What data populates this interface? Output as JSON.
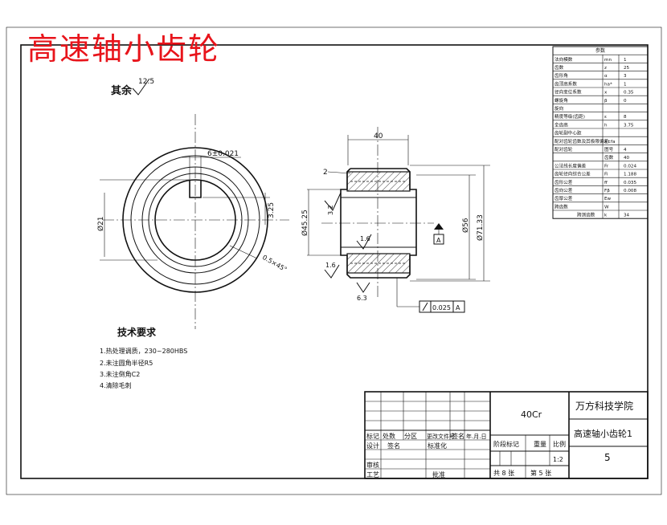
{
  "drawing_title": "高速轴小齿轮",
  "surface_finish_note": {
    "label": "其余",
    "value": "12.5"
  },
  "left_view": {
    "keyway_tolerance": "6±0.021",
    "key_depth": "3.25",
    "bore_dia": "Ø21",
    "chamfer": "0.5×45°"
  },
  "section_view": {
    "width": "40",
    "chamfer": "2",
    "roughness_1": "3.2",
    "roughness_2": "1.6",
    "roughness_3": "1.6",
    "roughness_4": "6.3",
    "bore_dia": "Ø45.25",
    "root_dia": "Ø56",
    "tip_dia": "Ø71.33",
    "datum": "A",
    "runout_tol": "0.025",
    "runout_datum": "A"
  },
  "tech_requirements": {
    "title": "技术要求",
    "items": [
      "1.热处理调质，230~280HBS",
      "2.未注圆角半径R5",
      "3.未注倒角C2",
      "4.清除毛刺"
    ]
  },
  "param_table": {
    "header": "参数",
    "rows": [
      [
        "法向模数",
        "mn",
        "1"
      ],
      [
        "齿数",
        "z",
        "25"
      ],
      [
        "齿形角",
        "α",
        "3"
      ],
      [
        "齿顶高系数",
        "ha*",
        "1"
      ],
      [
        "径向变位系数",
        "x",
        "0.35"
      ],
      [
        "螺旋角",
        "β",
        "0"
      ],
      [
        "旋向",
        "",
        ""
      ],
      [
        "精度等级(齿距)",
        "ε",
        "8"
      ],
      [
        "全齿高",
        "h",
        "3.75"
      ],
      [
        "齿轮副中心距",
        "",
        ""
      ],
      [
        "配对齿轮齿数及其极限偏差",
        "a±fa",
        ""
      ],
      [
        "配对齿轮",
        "图号",
        "4"
      ],
      [
        "",
        "齿数",
        "40"
      ],
      [
        "公法线长度偏差",
        "Fr",
        "0.024"
      ],
      [
        "齿轮径向综合公差",
        "Fi",
        "1.188"
      ],
      [
        "齿形公差",
        "ff",
        "0.035"
      ],
      [
        "齿向公差",
        "Fβ",
        "0.008"
      ],
      [
        "齿厚公差",
        "Ew",
        ""
      ],
      [
        "跨齿数",
        "W",
        ""
      ],
      [
        "",
        "跨测齿数",
        "k",
        "34"
      ]
    ]
  },
  "title_block": {
    "material": "40Cr",
    "school": "万方科技学院",
    "part_name": "高速轴小齿轮1",
    "drawing_no": "5",
    "scale": "1:2",
    "sheet_total": "共 8 张",
    "sheet_no": "第 5 张",
    "labels": {
      "mark": "标记",
      "count": "处数",
      "zone": "分区",
      "doc_no": "更改文件号",
      "sign": "签名",
      "date": "年.月.日",
      "design": "设计",
      "sig": "签名",
      "std": "标准化",
      "phase_mark": "阶段标记",
      "weight": "重量",
      "ratio": "比例",
      "review": "审核",
      "process": "工艺",
      "approve": "批准"
    }
  }
}
